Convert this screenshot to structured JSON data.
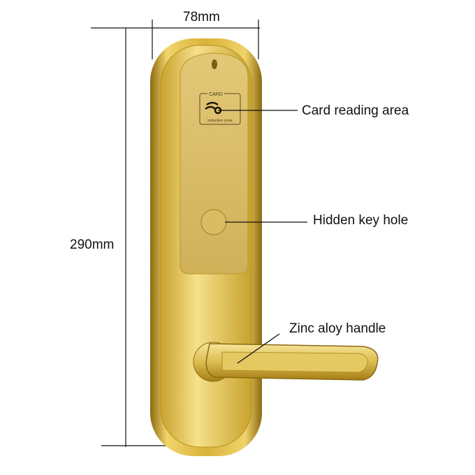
{
  "dimensions": {
    "width_label": "78mm",
    "height_label": "290mm"
  },
  "callouts": {
    "card_area": "Card reading area",
    "key_hole": "Hidden key hole",
    "handle": "Zinc aloy handle"
  },
  "card_reader": {
    "top_text": "CARD",
    "bottom_text": "induction zone"
  },
  "colors": {
    "gold_light": "#f3dc7a",
    "gold_mid": "#d9b43a",
    "gold_dark": "#9a7410",
    "line": "#111111"
  }
}
